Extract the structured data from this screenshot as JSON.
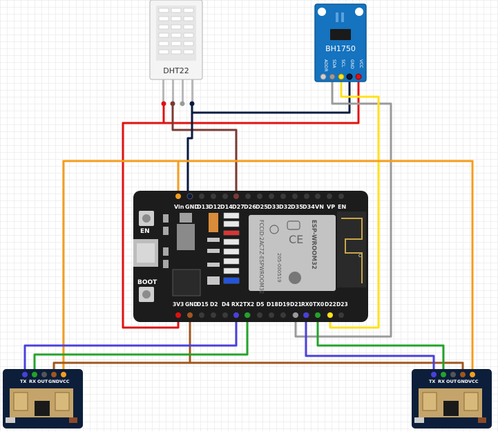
{
  "components": {
    "dht22": {
      "label": "DHT22"
    },
    "bh1750": {
      "label": "BH1750",
      "pins": [
        "ADDR",
        "SDA",
        "SCL",
        "GND",
        "VCC"
      ]
    },
    "esp32": {
      "top_pins": [
        "Vin",
        "GND",
        "D13",
        "D12",
        "D14",
        "D27",
        "D26",
        "D25",
        "D33",
        "D32",
        "D35",
        "D34",
        "VN",
        "VP",
        "EN"
      ],
      "bottom_pins": [
        "3V3",
        "GND",
        "D15",
        "D2",
        "D4",
        "RX2",
        "TX2",
        "D5",
        "D18",
        "D19",
        "D21",
        "RX0",
        "TX0",
        "D22",
        "D23"
      ],
      "en_label": "EN",
      "boot_label": "BOOT",
      "module_text_1": "ESP-WROOM32",
      "module_text_2": "FCCID:2AC7Z-ESPWROOM32",
      "module_text_3": "205-000519",
      "module_text_4": "C"
    },
    "sensor_left": {
      "pins": [
        "TX",
        "RX",
        "OUT",
        "GND",
        "VCC"
      ]
    },
    "sensor_right": {
      "pins": [
        "TX",
        "RX",
        "OUT",
        "GND",
        "VCC"
      ]
    }
  },
  "wire_colors": {
    "red": "#e01010",
    "navy": "#0a1a40",
    "brown_dht": "#7a3a33",
    "orange": "#f59d1c",
    "gray": "#9a9a9a",
    "yellow": "#ffe11a",
    "blue": "#4a40dc",
    "green": "#22a32a",
    "brown": "#a0561e"
  }
}
